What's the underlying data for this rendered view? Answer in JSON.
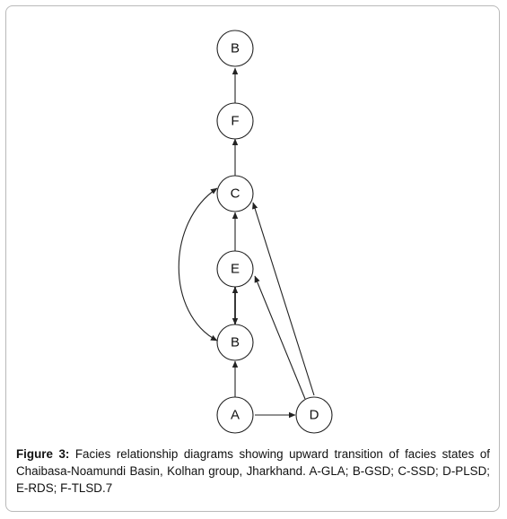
{
  "diagram": {
    "nodes": [
      {
        "id": "n_top_b",
        "label": "B"
      },
      {
        "id": "n_f",
        "label": "F"
      },
      {
        "id": "n_c",
        "label": "C"
      },
      {
        "id": "n_e",
        "label": "E"
      },
      {
        "id": "n_low_b",
        "label": "B"
      },
      {
        "id": "n_a",
        "label": "A"
      },
      {
        "id": "n_d",
        "label": "D"
      }
    ],
    "edges": [
      {
        "from": "n_f",
        "to": "n_top_b",
        "type": "directed"
      },
      {
        "from": "n_c",
        "to": "n_f",
        "type": "directed"
      },
      {
        "from": "n_e",
        "to": "n_c",
        "type": "directed"
      },
      {
        "from": "n_e",
        "to": "n_low_b",
        "type": "bidirectional"
      },
      {
        "from": "n_a",
        "to": "n_low_b",
        "type": "directed"
      },
      {
        "from": "n_a",
        "to": "n_d",
        "type": "directed"
      },
      {
        "from": "n_d",
        "to": "n_e",
        "type": "directed"
      },
      {
        "from": "n_d",
        "to": "n_c",
        "type": "directed"
      },
      {
        "from": "n_c",
        "to": "n_low_b",
        "type": "bidirectional-curved"
      }
    ]
  },
  "caption": {
    "label": "Figure 3:",
    "text": " Facies relationship diagrams showing upward transition of facies states of Chaibasa-Noamundi Basin, Kolhan group, Jharkhand. A-GLA; B-GSD; C-SSD; D-PLSD; E-RDS; F-TLSD.7"
  }
}
